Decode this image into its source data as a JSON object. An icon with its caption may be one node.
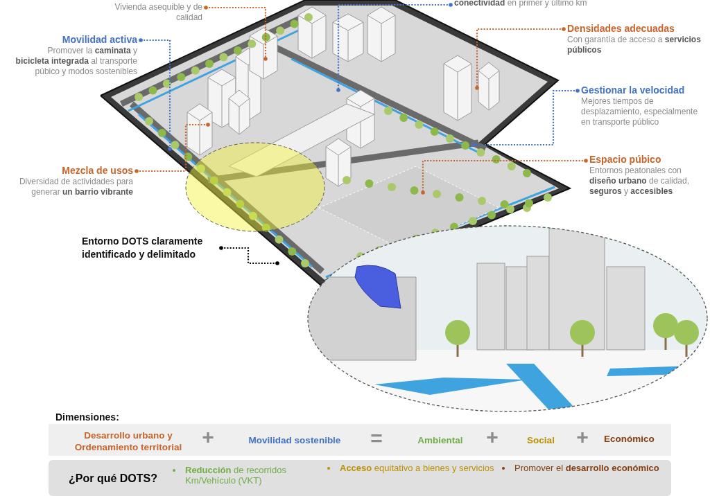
{
  "diagram": {
    "nodes": [
      {
        "text": [
          "Vivienda asequible y de calidad"
        ]
      },
      {
        "text": [
          "**conectividad** en primer y último km"
        ]
      },
      {
        "text": [
          "Movilidad activa",
          "Promover la **caminata** y **bicicleta integrada** al transporte púbico y modos sostenibles"
        ]
      },
      {
        "text": [
          "Densidades adecuadas",
          "Con garantía de acceso a **servicios públicos**"
        ]
      },
      {
        "text": [
          "Gestionar la velocidad",
          "Mejores tiempos de desplazamiento, especialmente en transporte público"
        ]
      },
      {
        "text": [
          "Espacio púbico",
          "Entornos peatonales con **diseño urbano** de calidad, **seguros** y **accesibles**"
        ]
      },
      {
        "text": [
          "Mezcla de usos",
          "Diversidad de actividades para generar **un barrio vibrante**"
        ]
      },
      {
        "text": [
          "Entorno DOTS claramente identificado y delimitado"
        ]
      },
      {
        "text": [
          "Desarrollo urbano y Ordenamiento territorial",
          "+",
          "Movilidad sostenible",
          "=",
          "Ambiental",
          "+",
          "Social",
          "+",
          "Económico"
        ]
      },
      {
        "text": [
          "¿Por qué DOTS?",
          "**Reducción** de recorridos Km/Vehículo (VKT)",
          "**Acceso** equitativo a bienes y servicios",
          "Promover el **desarrollo económico**"
        ]
      }
    ],
    "edges": [
      {
        "from": 0,
        "to": null,
        "arrow": "other"
      },
      {
        "from": 1,
        "to": null,
        "arrow": "other",
        "color": "#4472c4"
      },
      {
        "from": 2,
        "to": null,
        "arrow": "other",
        "color": "#4472c4"
      },
      {
        "from": 3,
        "to": null,
        "arrow": "other"
      },
      {
        "from": 4,
        "to": null,
        "arrow": "other",
        "color": "#4472c4"
      },
      {
        "from": 5,
        "to": null,
        "arrow": "other"
      },
      {
        "from": 6,
        "to": null,
        "arrow": "other"
      },
      {
        "from": 7,
        "to": null,
        "arrow": "other",
        "color": "#000000"
      }
    ],
    "labels": [
      "Dimensiones:"
    ]
  }
}
